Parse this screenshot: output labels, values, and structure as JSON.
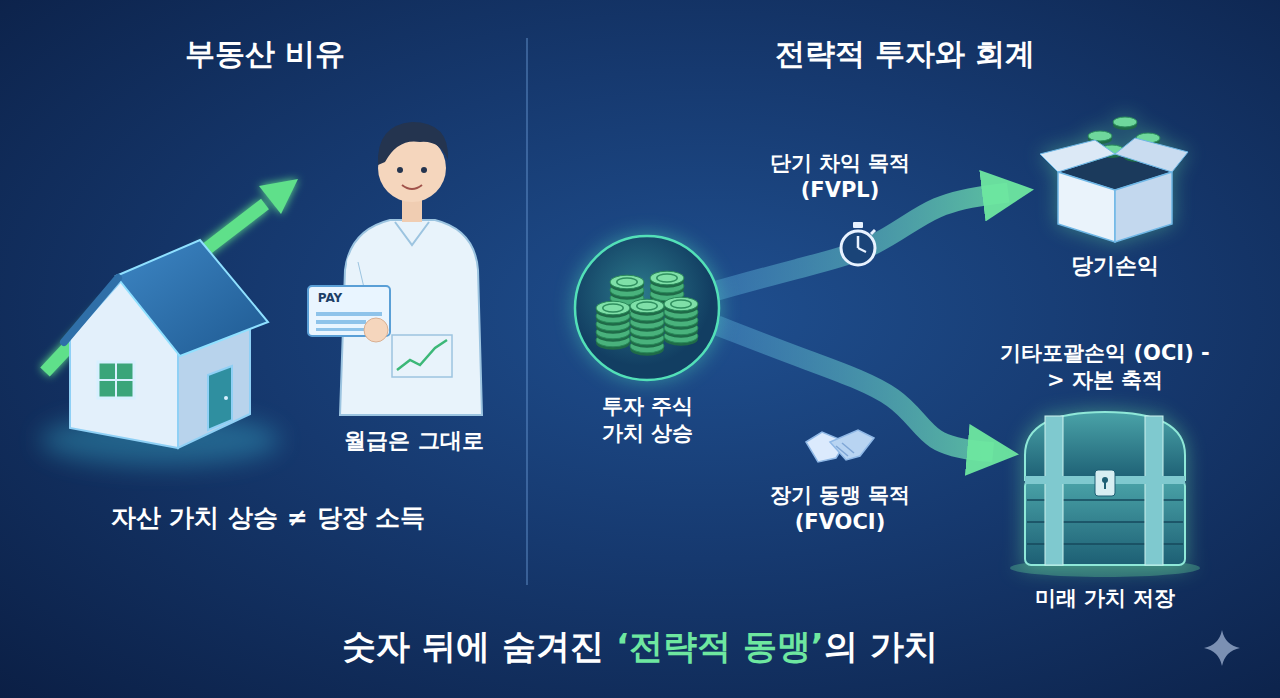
{
  "diagram": {
    "caption": "숫자 뒤에 숨겨진 ‘전략적 동맹’의 가치",
    "nodes": [
      {
        "text": [
          "투자 주식 가치 상승"
        ]
      },
      {
        "text": [
          "당기손익"
        ]
      },
      {
        "text": [
          "기타포괄손익 (OCI) -> 자본 축적",
          "미래 가치 저장"
        ]
      }
    ],
    "edges": [
      {
        "from": 0,
        "to": 1,
        "arrow": "to",
        "label": "단기 차익 목적 (FVPL)"
      },
      {
        "from": 0,
        "to": 2,
        "arrow": "to",
        "label": "장기 동맹 목적 (FVOCI)"
      }
    ],
    "labels": [
      "부동산 비유",
      "전략적 투자와 회계",
      "PAY",
      "월급은 그대로",
      "자산 가치 상승 ≠ 당장 소득"
    ]
  }
}
